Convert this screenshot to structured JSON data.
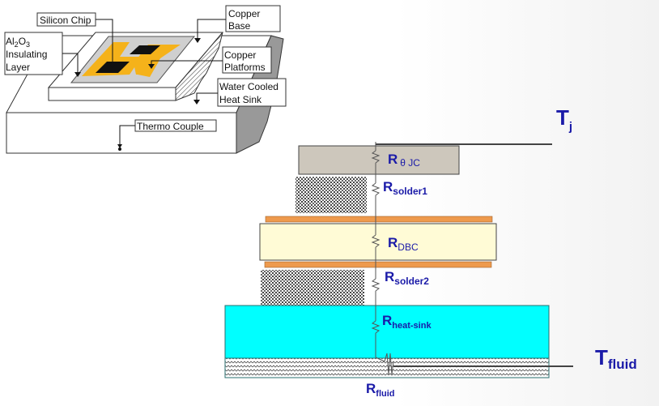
{
  "schematic": {
    "labels": {
      "silicon_chip": "Silicon Chip",
      "copper_base_1": "Copper",
      "copper_base_2": "Base",
      "insulating_1": "Al",
      "insulating_sub1": "2",
      "insulating_mid": "O",
      "insulating_sub2": "3",
      "insulating_2": "Insulating",
      "insulating_3": "Layer",
      "copper_platforms_1": "Copper",
      "copper_platforms_2": "Platforms",
      "heat_sink_1": "Water Cooled",
      "heat_sink_2": "Heat Sink",
      "thermo_couple": "Thermo Couple"
    }
  },
  "thermal_model": {
    "tj": {
      "main": "T",
      "sub": "j"
    },
    "tfluid": {
      "main": "T",
      "sub": "fluid"
    },
    "resistors": [
      {
        "main": "R",
        "sub": "θ JC"
      },
      {
        "main": "R",
        "sub": "solder1"
      },
      {
        "main": "R",
        "sub": "DBC"
      },
      {
        "main": "R",
        "sub": "solder2"
      },
      {
        "main": "R",
        "sub": "heat-sink"
      },
      {
        "main": "R",
        "sub": "fluid"
      }
    ]
  },
  "colors": {
    "label_blue": "#1a1aa8",
    "chip_case": "#cdc7bc",
    "copper": "#ee9a4d",
    "dbc": "#fffbd6",
    "heat_sink": "#00ffff",
    "copper_pad": "#f5b21a"
  }
}
